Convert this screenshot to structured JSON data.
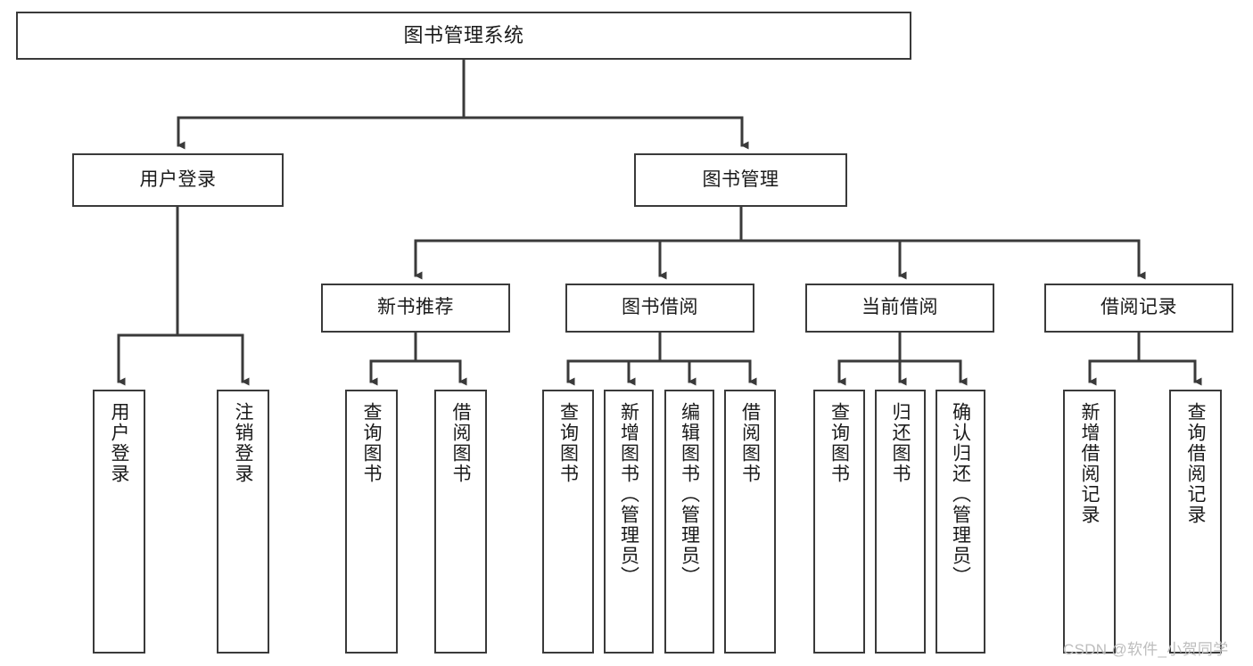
{
  "diagram": {
    "title": "图书管理系统",
    "type": "tree-hierarchy-chart",
    "watermark": "CSDN @软件_小贺同学",
    "colors": {
      "background": "#ffffff",
      "box_border": "#3a3a3a",
      "connector": "#3a3a3a",
      "text": "#1a1a1a",
      "watermark": "#bdbdbd"
    },
    "nodes": {
      "root": {
        "label": "图书管理系统"
      },
      "level2": [
        {
          "label": "用户登录"
        },
        {
          "label": "图书管理"
        }
      ],
      "level3": [
        {
          "label": "新书推荐"
        },
        {
          "label": "图书借阅"
        },
        {
          "label": "当前借阅"
        },
        {
          "label": "借阅记录"
        }
      ],
      "leaves": {
        "user_login": [
          {
            "label": "用户登录"
          },
          {
            "label": "注销登录"
          }
        ],
        "new_book_recommend": [
          {
            "label": "查询图书"
          },
          {
            "label": "借阅图书"
          }
        ],
        "book_borrow": [
          {
            "label": "查询图书"
          },
          {
            "label": "新增图书（管理员）"
          },
          {
            "label": "编辑图书（管理员）"
          },
          {
            "label": "借阅图书"
          }
        ],
        "current_borrow": [
          {
            "label": "查询图书"
          },
          {
            "label": "归还图书"
          },
          {
            "label": "确认归还（管理员）"
          }
        ],
        "borrow_record": [
          {
            "label": "新增借阅记录"
          },
          {
            "label": "查询借阅记录"
          }
        ]
      }
    }
  }
}
